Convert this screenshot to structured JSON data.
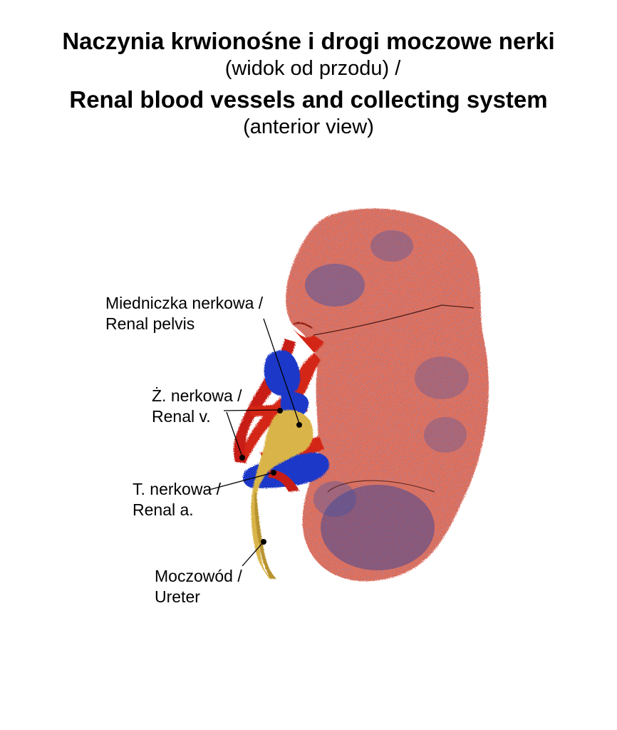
{
  "title": {
    "line1": "Naczynia krwionośne i drogi moczowe nerki",
    "line2": "(widok od przodu) /",
    "line3": "Renal blood vessels and collecting system",
    "line4": "(anterior view)"
  },
  "labels": {
    "pelvis": {
      "pl": "Miedniczka nerkowa /",
      "en": "Renal pelvis"
    },
    "vein": {
      "pl": "Ż. nerkowa /",
      "en": "Renal v."
    },
    "artery": {
      "pl": "T. nerkowa /",
      "en": "Renal a."
    },
    "ureter": {
      "pl": "Moczowód /",
      "en": "Ureter"
    }
  },
  "colors": {
    "kidney": "#e2705c",
    "kidney_dark": "#c8402f",
    "stipple_blue": "#3a4fa8",
    "artery": "#d42616",
    "vein": "#1e39c8",
    "ureter": "#d9b54a",
    "leader": "#000000"
  }
}
